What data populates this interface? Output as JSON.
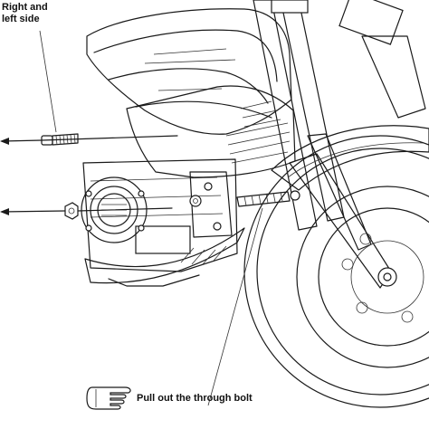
{
  "labels": {
    "side_line1": "Right and",
    "side_line2": "left side",
    "instruction": "Pull out the through bolt"
  },
  "icons": {
    "hand": "pointing-hand-icon"
  },
  "colors": {
    "ink": "#1a1a1a",
    "background": "#ffffff"
  }
}
